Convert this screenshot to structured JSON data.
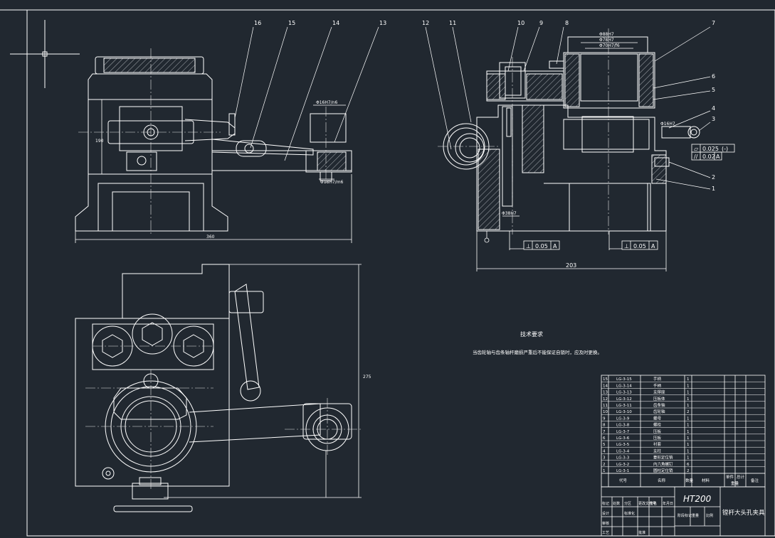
{
  "colors": {
    "background": "#212830",
    "line": "#ffffff",
    "center_line": "#e7e7e7",
    "hatch": "#cfd3d8"
  },
  "balloons": [
    "16",
    "15",
    "14",
    "13",
    "12",
    "11",
    "10",
    "9",
    "8",
    "7",
    "6",
    "5",
    "4",
    "3",
    "2",
    "1"
  ],
  "dimensions": {
    "front_width": "360",
    "front_height": "190",
    "side_width": "203",
    "top_height": "275",
    "d_pin": "Φ16H7/n6",
    "d_bush": "Φ18H7/m6",
    "d_top_a": "Φ88H7",
    "d_top_b": "Φ78H7",
    "d_top_c": "Φ70H7/f6",
    "d_bottom": "Φ38H7",
    "d_small": "Φ16H7"
  },
  "tolerances": {
    "flat_value": "0.025",
    "flat_note": "(-)",
    "parallel_value": "0.02",
    "parallel_datum": "A",
    "perp_left_value": "0.05",
    "perp_left_datum": "A",
    "perp_right_value": "0.05",
    "perp_right_datum": "A"
  },
  "notes": {
    "title": "技术要求",
    "text": "当齿轮轴与齿条轴杆磨损严重后不能保证自锁时，应及时更换。"
  },
  "bom": {
    "rows": [
      {
        "no": "15",
        "code": "LG-3-15",
        "name": "手柄",
        "qty": "1"
      },
      {
        "no": "14",
        "code": "LG-3-14",
        "name": "手柄",
        "qty": "1"
      },
      {
        "no": "13",
        "code": "LG-3-13",
        "name": "支撑座",
        "qty": "1"
      },
      {
        "no": "12",
        "code": "LG-3-12",
        "name": "压板体",
        "qty": "1"
      },
      {
        "no": "11",
        "code": "LG-3-11",
        "name": "齿条轴",
        "qty": "1"
      },
      {
        "no": "10",
        "code": "LG-3-10",
        "name": "齿轮轴",
        "qty": "2"
      },
      {
        "no": "9",
        "code": "LG-3-9",
        "name": "螺母",
        "qty": "1"
      },
      {
        "no": "8",
        "code": "LG-3-8",
        "name": "螺栓",
        "qty": "1"
      },
      {
        "no": "7",
        "code": "LG-3-7",
        "name": "压板",
        "qty": "1"
      },
      {
        "no": "6",
        "code": "LG-3-6",
        "name": "压板",
        "qty": "1"
      },
      {
        "no": "5",
        "code": "LG-3-5",
        "name": "衬套",
        "qty": "1"
      },
      {
        "no": "4",
        "code": "LG-3-4",
        "name": "支柱",
        "qty": "1"
      },
      {
        "no": "3",
        "code": "LG-3-3",
        "name": "菱形定位销",
        "qty": "1"
      },
      {
        "no": "2",
        "code": "LG-3-2",
        "name": "内六角螺钉",
        "qty": "6"
      },
      {
        "no": "1",
        "code": "LG-3-1",
        "name": "圆柱定位销",
        "qty": "2"
      }
    ],
    "header": {
      "code": "代号",
      "name": "名称",
      "qty": "数量",
      "material": "材料",
      "unit_single": "单件",
      "unit_total": "总计",
      "weight": "重量",
      "remark": "备注"
    }
  },
  "title_block": {
    "material": "HT200",
    "drawing_name": "镗杆大头孔夹具",
    "labels": [
      "标记",
      "处数",
      "分区",
      "更改文件号",
      "签名",
      "年月日",
      "设计",
      "标准化",
      "阶段标记",
      "重量",
      "比例",
      "审核",
      "工艺",
      "批准"
    ]
  }
}
